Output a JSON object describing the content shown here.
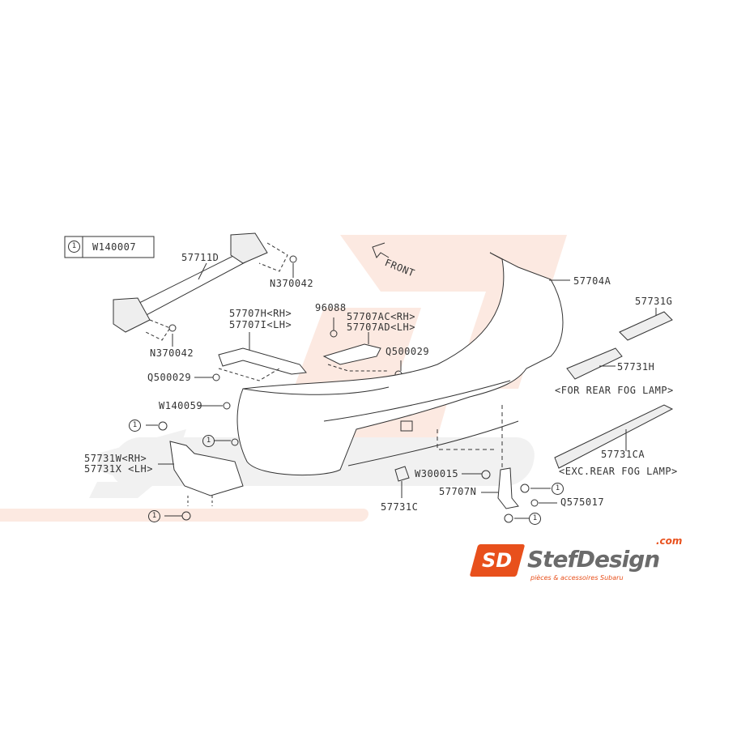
{
  "legend": {
    "symbol": "1",
    "part": "W140007"
  },
  "labels": {
    "reinforcement": "57711D",
    "nut_right": "N370042",
    "nut_left": "N370042",
    "bracket_side_rh": "57707H<RH>",
    "bracket_side_lh": "57707I<LH>",
    "clip_96088": "96088",
    "bracket_upper_rh": "57707AC<RH>",
    "bracket_upper_lh": "57707AD<LH>",
    "screw_right": "Q500029",
    "screw_left": "Q500029",
    "clip_w140059": "W140059",
    "bumper_face": "57704A",
    "front": "FRONT",
    "grille_g": "57731G",
    "grille_h": "57731H",
    "for_fog": "<FOR REAR FOG LAMP>",
    "grille_ca": "57731CA",
    "exc_fog": "<EXC.REAR FOG LAMP>",
    "cover_rh": "57731W<RH>",
    "cover_lh": "57731X <LH>",
    "nut_w300015": "W300015",
    "bracket_n": "57707N",
    "bolt_q575017": "Q575017",
    "cap_c": "57731C"
  },
  "callout_symbol": "1",
  "watermark": {
    "brand": "StefDesign",
    "domain": ".com",
    "tagline": "pièces & accessoires Subaru",
    "logo": "SD"
  },
  "colors": {
    "line": "#333333",
    "watermark_red": "#f7d4c8",
    "logo_orange": "#e8501c",
    "logo_gray": "#6b6b6b"
  }
}
